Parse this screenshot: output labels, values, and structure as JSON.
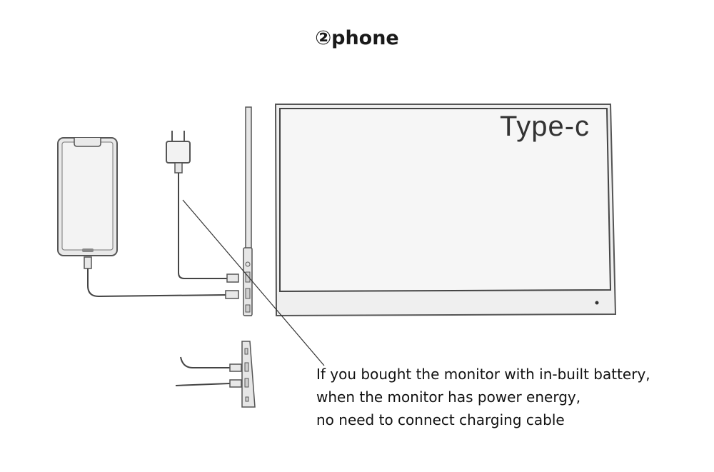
{
  "title": "②phone",
  "monitor": {
    "label": "Type-c"
  },
  "note": {
    "lines": [
      "If you bought the monitor with in-built battery,",
      "when the monitor has power energy,",
      "no need to connect charging cable"
    ]
  },
  "colors": {
    "line": "#555555",
    "device_fill": "#e9e9e9",
    "monitor_fill": "#efefef"
  }
}
